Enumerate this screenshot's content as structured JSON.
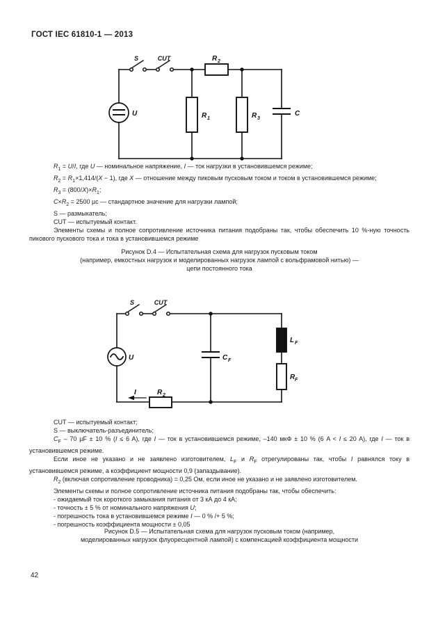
{
  "page": {
    "header": "ГОСТ IEC 61810-1 — 2013",
    "page_number": "42",
    "text_color": "#1b1b1b",
    "background": "#ffffff"
  },
  "figure_d4": {
    "labels": {
      "s": "S",
      "cut": "CUT",
      "u": "U",
      "c": "C",
      "r1_base": "R",
      "r1_sub": "1",
      "r2_base": "R",
      "r2_sub": "2",
      "r3_base": "R",
      "r3_sub": "3"
    },
    "notes": [
      "<i>R</i><sub>1</sub> = <i>U</i>/<i>I</i>, где <i>U</i> — номинальное напряжение, <i>I</i> — ток нагрузки в установившемся режиме;",
      "<i>R</i><sub>2</sub> = <i>R</i><sub>1</sub>×1,414/(<i>X</i> − 1), где <i>X</i> — отношение между пиковым пусковым током и током в установившемся режиме;",
      "<i>R</i><sub>3</sub> = (800/<i>X</i>)×<i>R</i><sub>1</sub>;",
      "<i>C</i>×<i>R</i><sub>2</sub> = 2500 µс — стандартное значение для нагрузки лампой;",
      "S — размыкатель;",
      "CUT — испытуемый контакт.",
      "Элементы схемы и полное сопротивление источника питания подобраны так, чтобы обеспечить 10 %-ную точность пикового пускового тока и тока в установившемся режиме"
    ],
    "caption": [
      "Рисунок D.4 — Испытательная схема  для нагрузок пусковым током",
      "(например, емкостных нагрузок и моделированных нагрузок лампой с вольфрамовой нитью) —",
      "цепи постоянного тока"
    ]
  },
  "figure_d5": {
    "labels": {
      "s": "S",
      "cut": "CUT",
      "u": "U",
      "i": "I",
      "r2_base": "R",
      "r2_sub": "2",
      "cf_base": "C",
      "cf_sub": "F",
      "lf_base": "L",
      "lf_sub": "F",
      "rf_base": "R",
      "rf_sub": "F"
    },
    "notes": [
      "CUT — испытуемый контакт;",
      "S — выключатель-разъединитель;",
      "<i>C</i><sub>F</sub> – 70 µF ± 10 %  (<i>I</i> ≤ 6 A), где  <i>I</i> — ток в установившемся режиме, –140 мкФ ± 10 %  (6 A &lt; <i>I</i> ≤ 20 A), где  <i>I</i> — ток в установившемся режиме.",
      "Если иное не указано и не заявлено изготовителем, <i>L</i><sub>F</sub> и <i>R</i><sub>F</sub>  отрегулированы так, чтобы <i>I</i> равнялся току в установившемся режиме, а коэффициент мощности 0,9 (запаздывание).",
      "<i>R</i><sub>2</sub> (включая сопротивление проводника) = 0,25 Ом, если иное не указано и не заявлено изготовителем.",
      "Элементы схемы и полное сопротивление источника питания подобраны так, чтобы обеспечить:",
      "- ожидаемый ток короткого замыкания питания от 3 кА до 4 кА;",
      "- точность ± 5 % от номинального напряжения <i>U</i>;",
      "- погрешность тока в установившемся режиме  <i>I</i> — 0 % /+ 5 %;",
      "- погрешность коэффициента мощности ± 0,05"
    ],
    "caption": [
      "Рисунок D.5 — Испытательная схема  для нагрузок пусковым током (например,",
      "моделированных нагрузок флуоресцентной лампой) с компенсацией коэффициента мощности"
    ]
  }
}
